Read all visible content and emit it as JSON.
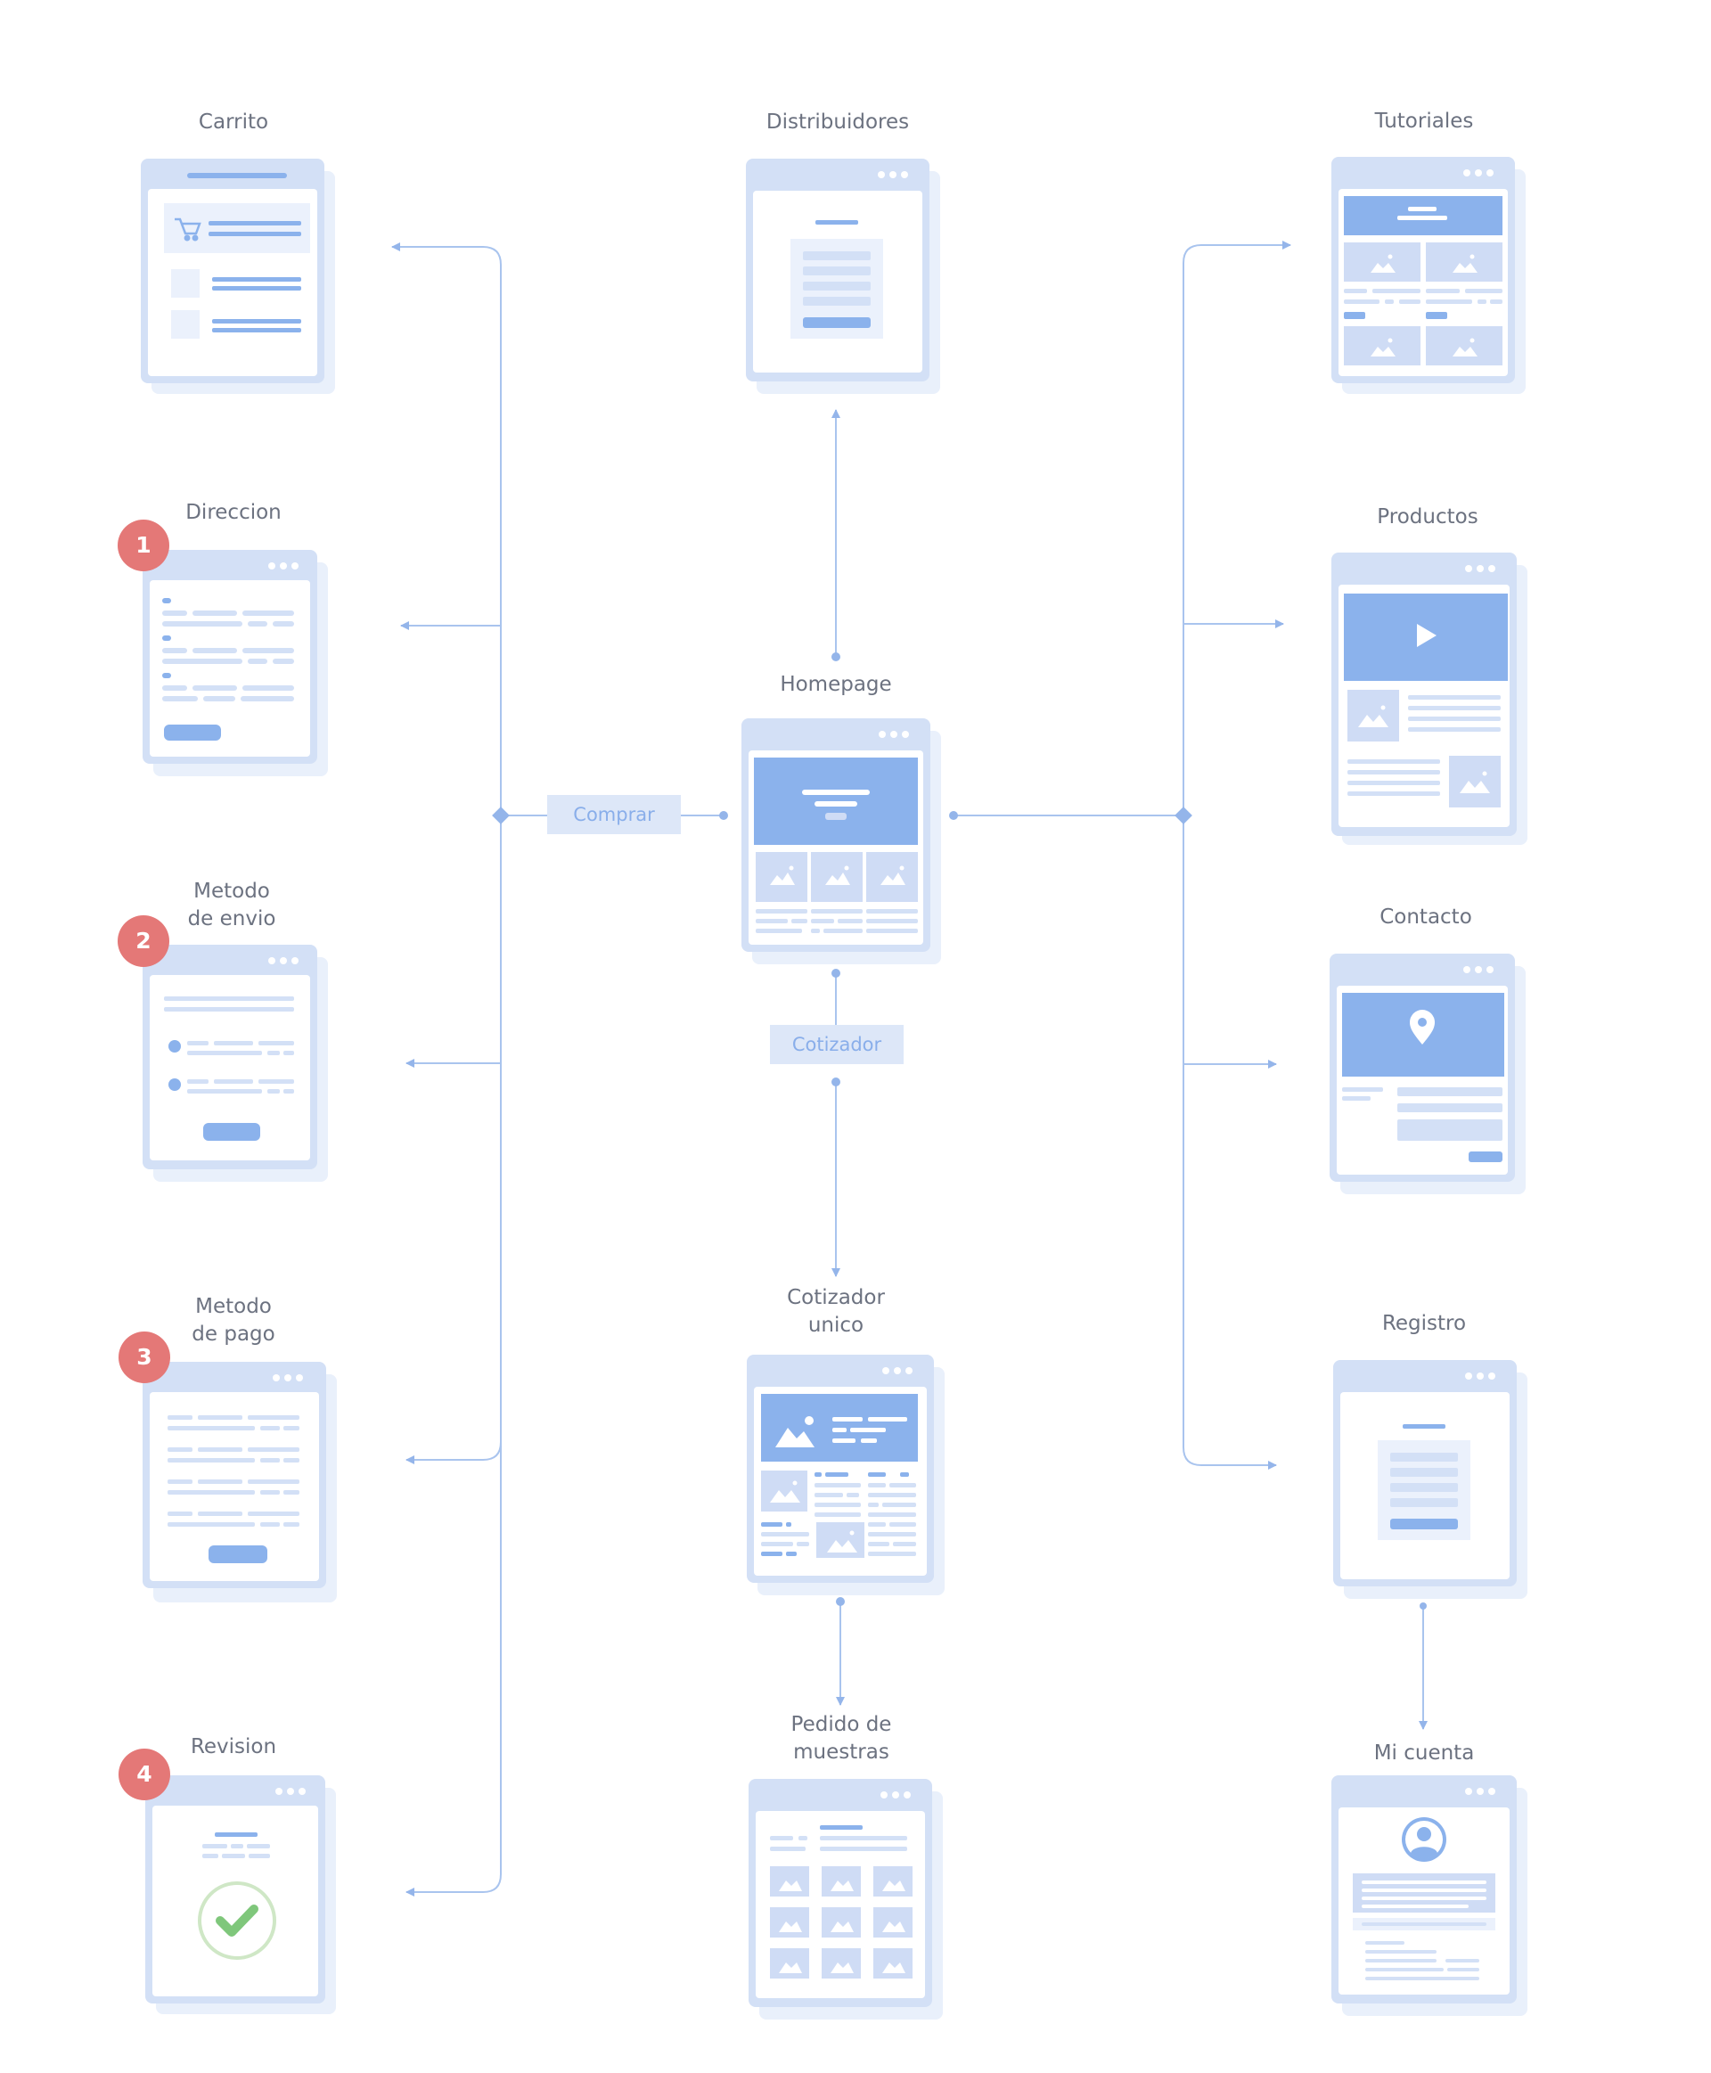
{
  "nodes": {
    "carrito": {
      "label": "Carrito"
    },
    "direccion": {
      "label": "Direccion"
    },
    "metodo_envio": {
      "label": "Metodo\nde envio"
    },
    "metodo_pago": {
      "label": "Metodo\nde pago"
    },
    "revision": {
      "label": "Revision"
    },
    "distribuidores": {
      "label": "Distribuidores"
    },
    "homepage": {
      "label": "Homepage"
    },
    "cotizador_unico": {
      "label": "Cotizador\nunico"
    },
    "pedido_muestras": {
      "label": "Pedido de\nmuestras"
    },
    "tutoriales": {
      "label": "Tutoriales"
    },
    "productos": {
      "label": "Productos"
    },
    "contacto": {
      "label": "Contacto"
    },
    "registro": {
      "label": "Registro"
    },
    "mi_cuenta": {
      "label": "Mi cuenta"
    }
  },
  "edges": {
    "comprar": {
      "label": "Comprar"
    },
    "cotizador": {
      "label": "Cotizador"
    }
  },
  "steps": {
    "step1": "1",
    "step2": "2",
    "step3": "3",
    "step4": "4"
  },
  "colors": {
    "line": "#a9c4ee",
    "window_frame": "#d3e0f6",
    "window_shadow": "#e9f0fb",
    "accent_blue": "#8bb2ec",
    "light_blue": "#cfdcf5",
    "badge": "#e47877",
    "check_green": "#7fc77b"
  }
}
